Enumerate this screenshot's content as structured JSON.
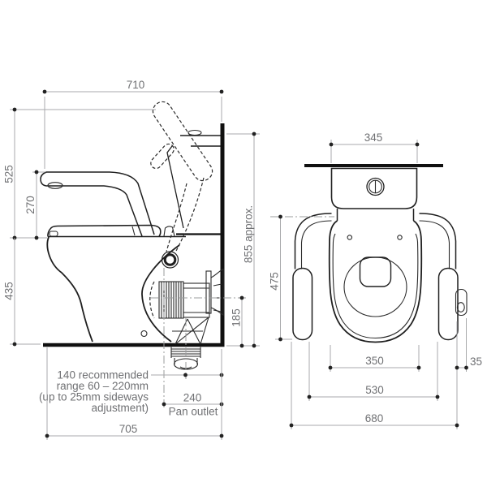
{
  "meta": {
    "figure": "accessible toilet suite technical drawing",
    "views": [
      "side elevation",
      "front elevation"
    ]
  },
  "colors": {
    "background": "#ffffff",
    "drawing_line": "#1f1f1f",
    "dimension_line": "#a9aaac",
    "dimension_text": "#6f7073"
  },
  "side": {
    "dim710": "710",
    "dim525": "525",
    "dim270": "270",
    "dim435": "435",
    "dim855": "855 approx.",
    "dim185": "185",
    "dim240": "240",
    "pan_outlet": "Pan outlet",
    "dim705": "705",
    "note1": "140 recommended",
    "note2": "range 60 – 220mm",
    "note3": "(up to 25mm sideways",
    "note4": "adjustment)"
  },
  "front": {
    "dim345": "345",
    "dim475": "475",
    "dim350": "350",
    "dim530": "530",
    "dim680": "680",
    "dim35": "35"
  }
}
